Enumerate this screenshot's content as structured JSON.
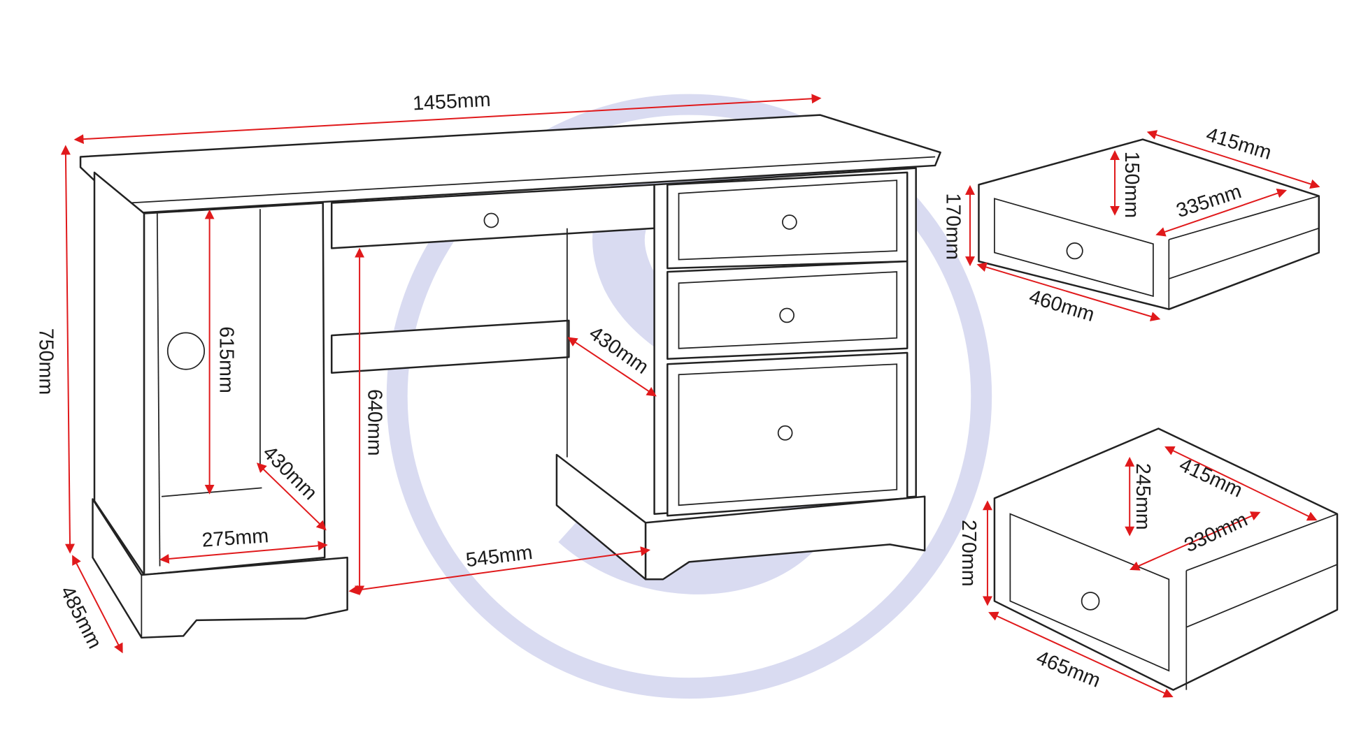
{
  "desk": {
    "width": "1455mm",
    "height": "750mm",
    "depth": "485mm",
    "cupboard_height": "615mm",
    "cupboard_depth": "430mm",
    "cupboard_width": "275mm",
    "knee_height": "640mm",
    "knee_width": "545mm",
    "knee_depth": "430mm"
  },
  "small_drawer": {
    "outer_depth": "415mm",
    "inner_height": "150mm",
    "inner_width": "335mm",
    "outer_height": "170mm",
    "outer_width": "460mm"
  },
  "large_drawer": {
    "outer_depth": "415mm",
    "inner_height": "245mm",
    "inner_width": "330mm",
    "outer_height": "270mm",
    "outer_width": "465mm"
  },
  "colors": {
    "dimension_line": "#e0191b",
    "watermark": "#d9dbf1",
    "outline": "#222222"
  }
}
